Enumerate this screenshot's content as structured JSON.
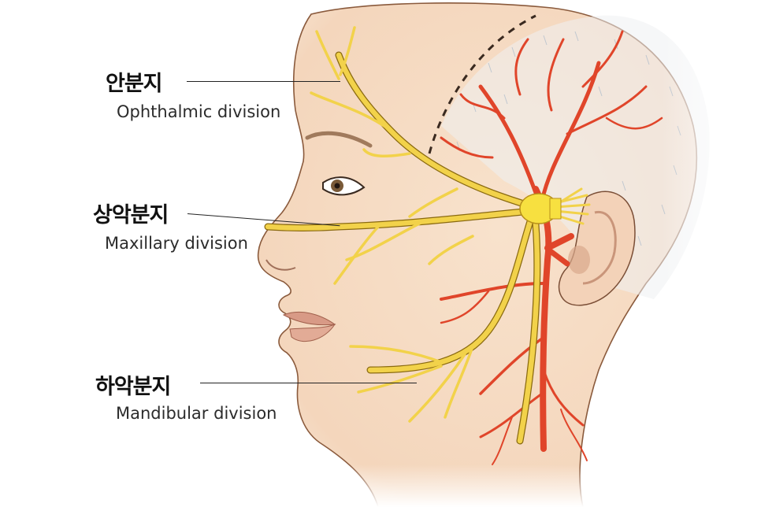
{
  "diagram": {
    "subject": "Trigeminal nerve divisions (lateral view of face)",
    "colors": {
      "background": "#ffffff",
      "skin": "#f6dcc4",
      "skin_outline": "#8a5a3c",
      "nerve": "#f2d24a",
      "nerve_outline": "#8a6a10",
      "artery": "#e0452a",
      "ganglion": "#f7e040",
      "hairline_dash": "#3a2a20",
      "leader_line": "#222222",
      "label_text": "#111111"
    },
    "labels": [
      {
        "korean": "안분지",
        "english": "Ophthalmic division"
      },
      {
        "korean": "상악분지",
        "english": "Maxillary division"
      },
      {
        "korean": "하악분지",
        "english": "Mandibular division"
      }
    ]
  }
}
